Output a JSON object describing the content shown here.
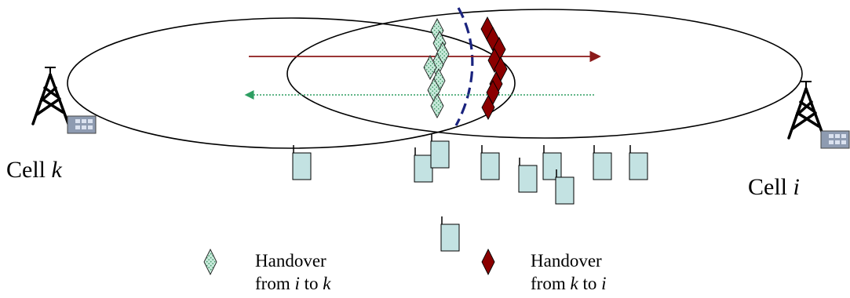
{
  "cells": {
    "left": {
      "prefix": "Cell ",
      "id": "k"
    },
    "right": {
      "prefix": "Cell ",
      "id": "i"
    }
  },
  "legend": {
    "i_to_k": {
      "line1": "Handover",
      "line2_prefix": "from ",
      "from_cell": "i",
      "mid": " to ",
      "to_cell": "k"
    },
    "k_to_i": {
      "line1": "Handover",
      "line2_prefix": "from ",
      "from_cell": "k",
      "mid": " to ",
      "to_cell": "i"
    }
  },
  "colors": {
    "handover_i_to_k_fill": "#b9e3cf",
    "handover_i_to_k_pattern": "#5aa87a",
    "handover_k_to_i_fill": "#8b0000",
    "arrow_k_to_i": "#8b1a1a",
    "arrow_i_to_k": "#2e9e62",
    "boundary": "#1a237e",
    "mobile_fill": "#c3e2e2"
  }
}
